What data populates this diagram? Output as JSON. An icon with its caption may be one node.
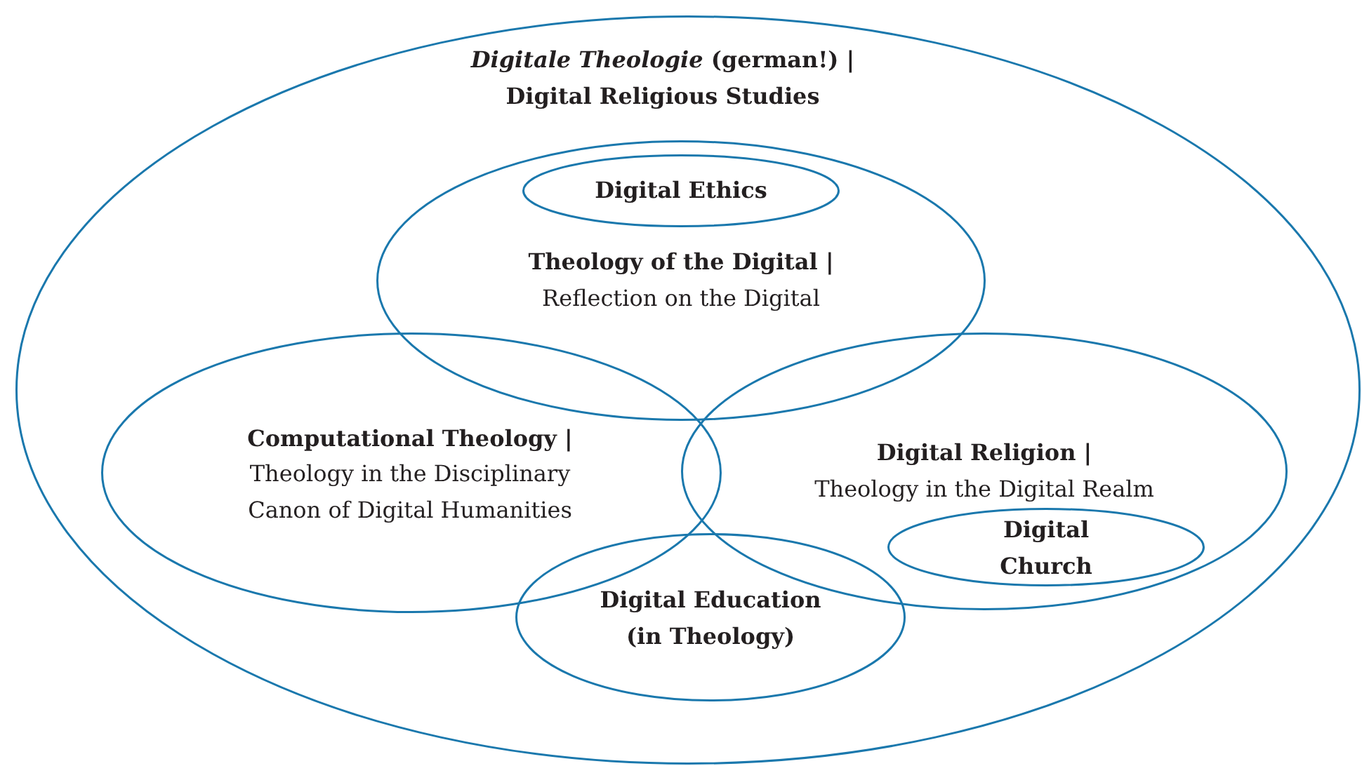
{
  "diagram": {
    "nodes": [
      {
        "text": [
          "*Digitale Theologie* (german!) | Digital Religious Studies"
        ]
      },
      {
        "text": [
          "Theology of the Digital |",
          "Reflection on the Digital"
        ],
        "in": 0
      },
      {
        "text": [
          "Digital Ethics"
        ],
        "in": 1
      },
      {
        "text": [
          "Computational Theology |",
          "Theology in the Disciplinary Canon of Digital Humanities"
        ],
        "in": 0
      },
      {
        "text": [
          "Digital Religion |",
          "Theology in the Digital Realm"
        ],
        "in": 0
      },
      {
        "text": [
          "Digital Church"
        ],
        "in": 4
      },
      {
        "text": [
          "Digital Education (in Theology)"
        ],
        "in": 0
      }
    ]
  }
}
